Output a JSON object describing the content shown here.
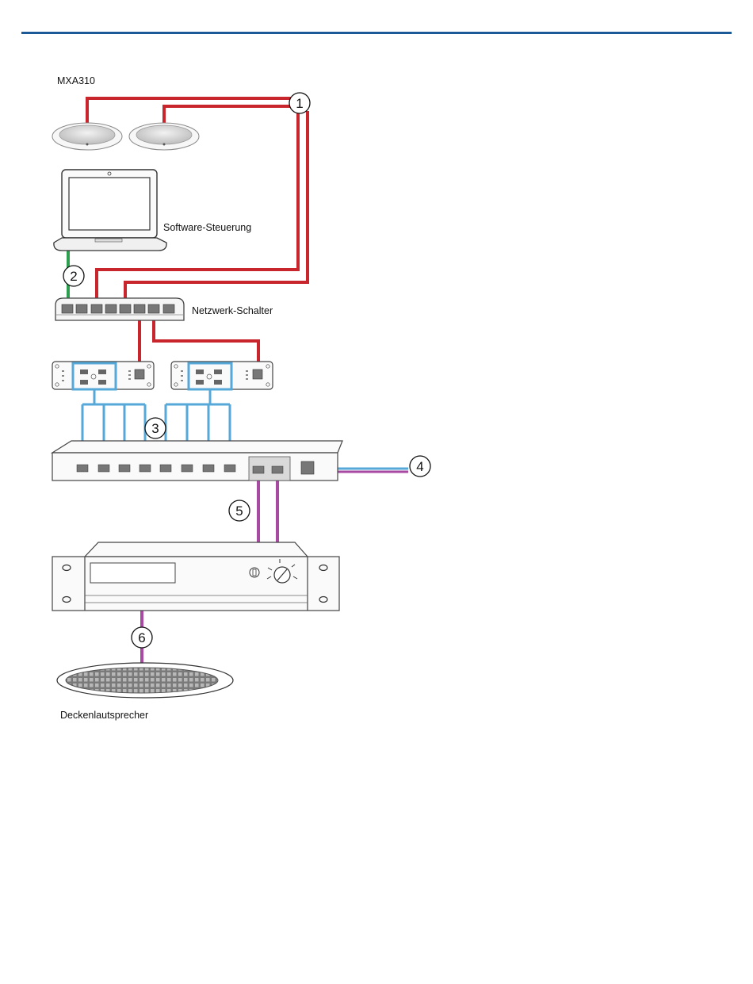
{
  "colors": {
    "header_rule": "#1b5a96",
    "network_cable": "#c8262c",
    "control_cable": "#2e9e4f",
    "audio_cable": "#55a8d8",
    "amp_cable": "#a94aa2"
  },
  "labels": {
    "mic": "MXA310",
    "laptop": "Software-Steuerung",
    "switch": "Netzwerk-Schalter",
    "speaker": "Deckenlautsprecher"
  },
  "callouts": [
    "1",
    "2",
    "3",
    "4",
    "5",
    "6"
  ],
  "icons": {
    "mic": "ceiling-microphone-icon",
    "laptop": "laptop-icon",
    "switch": "network-switch-icon",
    "interface": "network-interface-icon",
    "dsp": "audio-processor-icon",
    "amplifier": "amplifier-icon",
    "speaker": "ceiling-speaker-icon"
  }
}
